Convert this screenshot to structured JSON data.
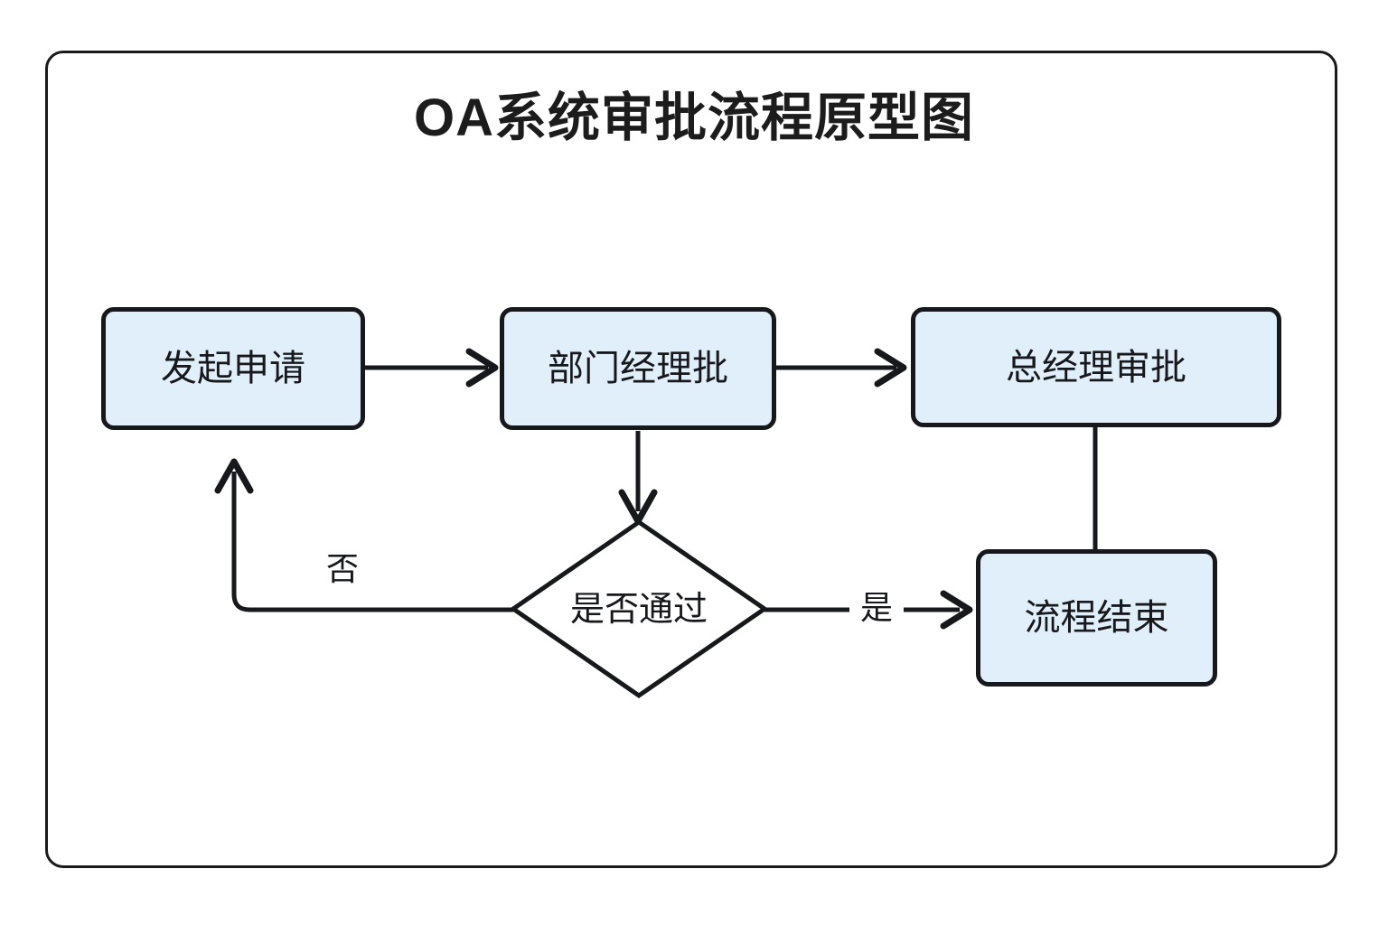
{
  "diagram": {
    "title": "OA系统审批流程原型图",
    "frame_border_color": "#1a1a1a",
    "node_fill": "#e1effa",
    "node_stroke": "#16181c",
    "decision_fill": "#ffffff",
    "background": "#ffffff",
    "nodes": [
      {
        "id": "start",
        "label": "发起申请",
        "shape": "rounded-rect"
      },
      {
        "id": "dept",
        "label": "部门经理批",
        "shape": "rounded-rect"
      },
      {
        "id": "gm",
        "label": "总经理审批",
        "shape": "rounded-rect"
      },
      {
        "id": "decision",
        "label": "是否通过",
        "shape": "diamond"
      },
      {
        "id": "end",
        "label": "流程结束",
        "shape": "rounded-rect"
      }
    ],
    "edges": [
      {
        "id": "e1",
        "from": "start",
        "to": "dept",
        "label": "",
        "arrow": true
      },
      {
        "id": "e2",
        "from": "dept",
        "to": "gm",
        "label": "",
        "arrow": true
      },
      {
        "id": "e3",
        "from": "dept",
        "to": "decision",
        "label": "",
        "arrow": true
      },
      {
        "id": "e4",
        "from": "decision",
        "to": "end",
        "label": "是",
        "arrow": true
      },
      {
        "id": "e5",
        "from": "decision",
        "to": "start",
        "label": "否",
        "arrow": true
      },
      {
        "id": "e6",
        "from": "gm",
        "to": "end",
        "label": "",
        "arrow": false
      }
    ],
    "labels": {
      "yes": "是",
      "no": "否"
    }
  }
}
